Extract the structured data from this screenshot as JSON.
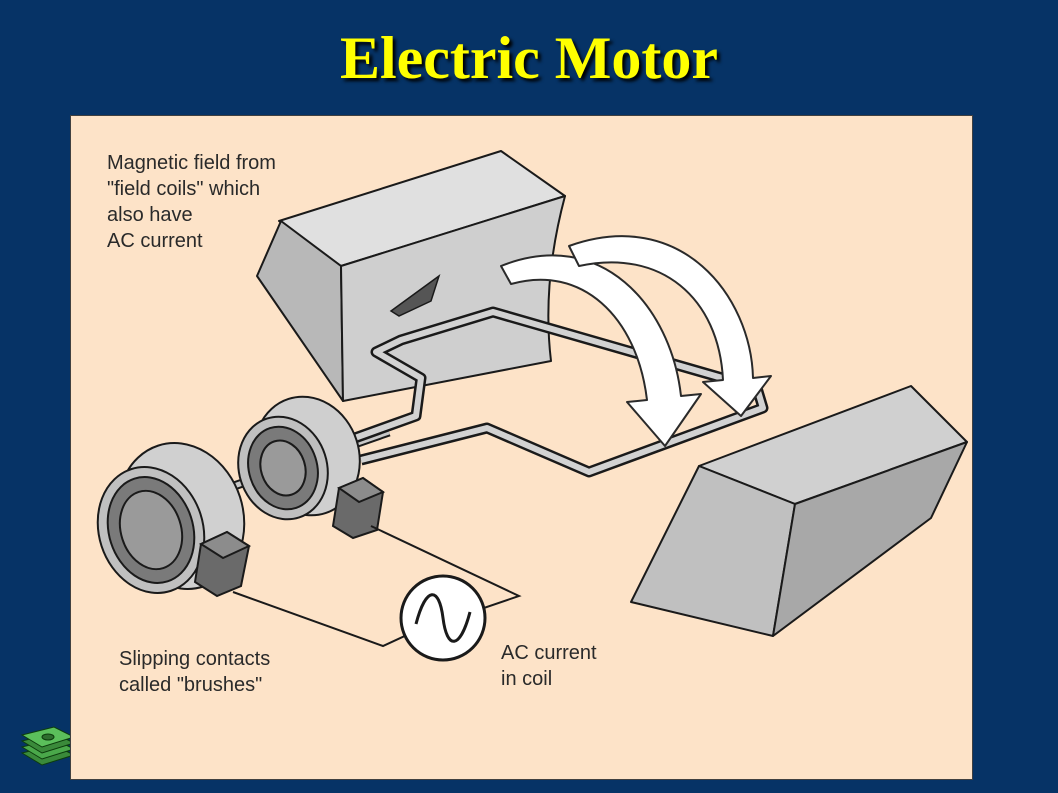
{
  "slide": {
    "title": "Electric Motor",
    "title_color": "#ffff00",
    "background_color": "#063366"
  },
  "diagram": {
    "background_color": "#fde3c8",
    "labels": {
      "field_coils": "Magnetic field from\n\"field coils\" which\nalso have\nAC current",
      "brushes": "Slipping contacts\ncalled \"brushes\"",
      "ac_current": "AC current\nin coil"
    },
    "icons": [
      "ac-source-icon",
      "money-stack-icon"
    ]
  }
}
